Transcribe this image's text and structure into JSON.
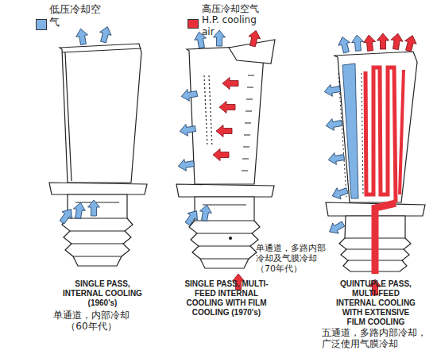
{
  "diagram": {
    "labels": [
      "SINGLE PASS, INTERNAL COOLING (1960's)",
      "单通道，内部冷却 （60年代）",
      "单通道，多路内部冷却及气膜冷却 （70年代）",
      "SINGLE PASS, MULTI-FEED INTERNAL COOLING WITH FILM COOLING (1970's)",
      "QUINTUPLE PASS, MULTI-FEED INTERNAL COOLING WITH EXTENSIVE FILM COOLING",
      "五通道，多路内部冷却，广泛使用气膜冷却"
    ],
    "legend": [
      {
        "text": "低压冷却空气",
        "color": "#7fb2e5"
      },
      {
        "text": "高压冷却空气 H.P. cooling air",
        "color": "#e8303a"
      }
    ]
  }
}
